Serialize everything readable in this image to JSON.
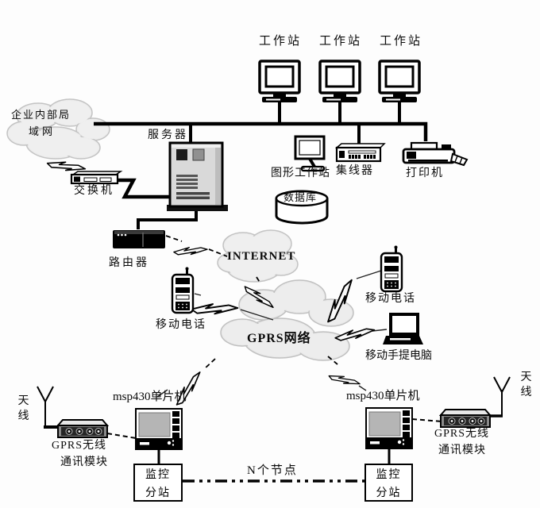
{
  "labels": {
    "workstations": [
      "工作站",
      "工作站",
      "工作站"
    ],
    "lan_cloud_line1": "企业内部局",
    "lan_cloud_line2": "域网",
    "server": "服务器",
    "switch": "交换机",
    "graphics_workstation": "图形工作站",
    "database": "数据库",
    "hub": "集线器",
    "printer": "打印机",
    "router": "路由器",
    "internet": "INTERNET",
    "mobile_phone_left": "移动电话",
    "gprs_network": "GPRS网络",
    "mobile_phone_right": "移动电话",
    "mobile_laptop": "移动手提电脑",
    "antenna_left": "天线",
    "antenna_right": "天线",
    "mcu_left": "msp430单片机",
    "mcu_right": "msp430单片机",
    "gprs_module_left_line1": "GPRS无线",
    "gprs_module_left_line2": "通讯模块",
    "gprs_module_right_line1": "GPRS无线",
    "gprs_module_right_line2": "通讯模块",
    "station_left_line1": "监控",
    "station_left_line2": "分站",
    "station_right_line1": "监控",
    "station_right_line2": "分站",
    "n_nodes": "N个节点"
  },
  "colors": {
    "line": "#000000",
    "cloud_fill": "#ececec",
    "cloud_edge": "#c3c3c3",
    "server_body": "#d9d9d9",
    "board_screen": "#b5b5b5",
    "module_front": "#8a8a8a"
  }
}
